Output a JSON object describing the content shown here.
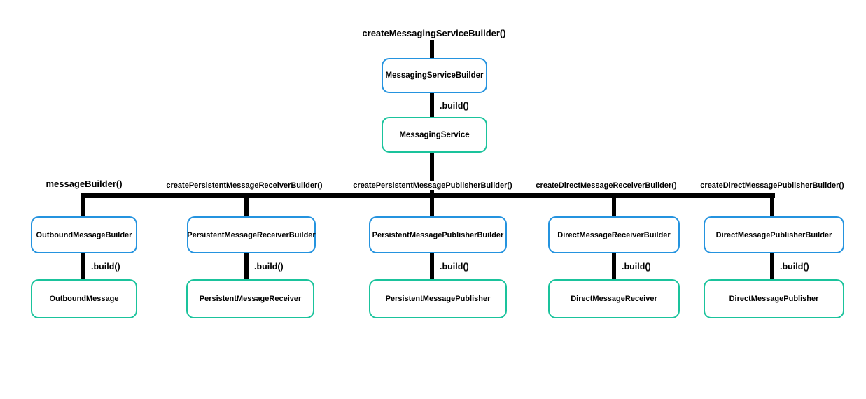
{
  "colors": {
    "builder_box_border": "#2493DF",
    "product_box_border": "#1AC39C",
    "connector": "#000000",
    "background": "#FFFFFF",
    "text": "#000000"
  },
  "root": {
    "factory_label": "createMessagingServiceBuilder()",
    "builder": "MessagingServiceBuilder",
    "build_label": ".build()",
    "product": "MessagingService"
  },
  "branches": [
    {
      "factory_label": "messageBuilder()",
      "builder": "OutboundMessageBuilder",
      "build_label": ".build()",
      "product": "OutboundMessage"
    },
    {
      "factory_label": "createPersistentMessageReceiverBuilder()",
      "builder": "PersistentMessageReceiverBuilder",
      "build_label": ".build()",
      "product": "PersistentMessageReceiver"
    },
    {
      "factory_label": "createPersistentMessagePublisherBuilder()",
      "builder": "PersistentMessagePublisherBuilder",
      "build_label": ".build()",
      "product": "PersistentMessagePublisher"
    },
    {
      "factory_label": "createDirectMessageReceiverBuilder()",
      "builder": "DirectMessageReceiverBuilder",
      "build_label": ".build()",
      "product": "DirectMessageReceiver"
    },
    {
      "factory_label": "createDirectMessagePublisherBuilder()",
      "builder": "DirectMessagePublisherBuilder",
      "build_label": ".build()",
      "product": "DirectMessagePublisher"
    }
  ]
}
